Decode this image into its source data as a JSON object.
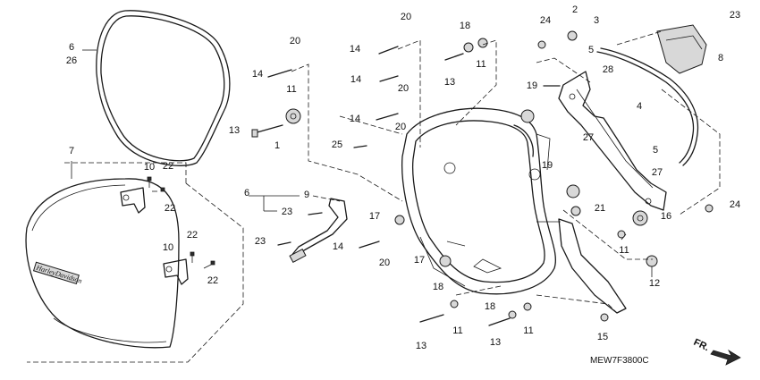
{
  "diagram": {
    "drawing_code": "MEW7F3800C",
    "direction_label": "FR.",
    "emblem_text": "HarleyDavidson",
    "callouts": [
      "6",
      "26",
      "7",
      "10",
      "22",
      "22",
      "10",
      "22",
      "22",
      "20",
      "14",
      "11",
      "13",
      "1",
      "14",
      "20",
      "14",
      "20",
      "14",
      "20",
      "18",
      "13",
      "11",
      "25",
      "9",
      "6",
      "23",
      "23",
      "17",
      "14",
      "20",
      "17",
      "18",
      "13",
      "11",
      "18",
      "13",
      "11",
      "15",
      "24",
      "2",
      "3",
      "5",
      "28",
      "19",
      "27",
      "4",
      "5",
      "27",
      "23",
      "8",
      "19",
      "21",
      "16",
      "11",
      "12",
      "24"
    ],
    "colors": {
      "ink": "#1a1a1a",
      "background": "#ffffff",
      "shade": "#d8d8d8"
    }
  }
}
